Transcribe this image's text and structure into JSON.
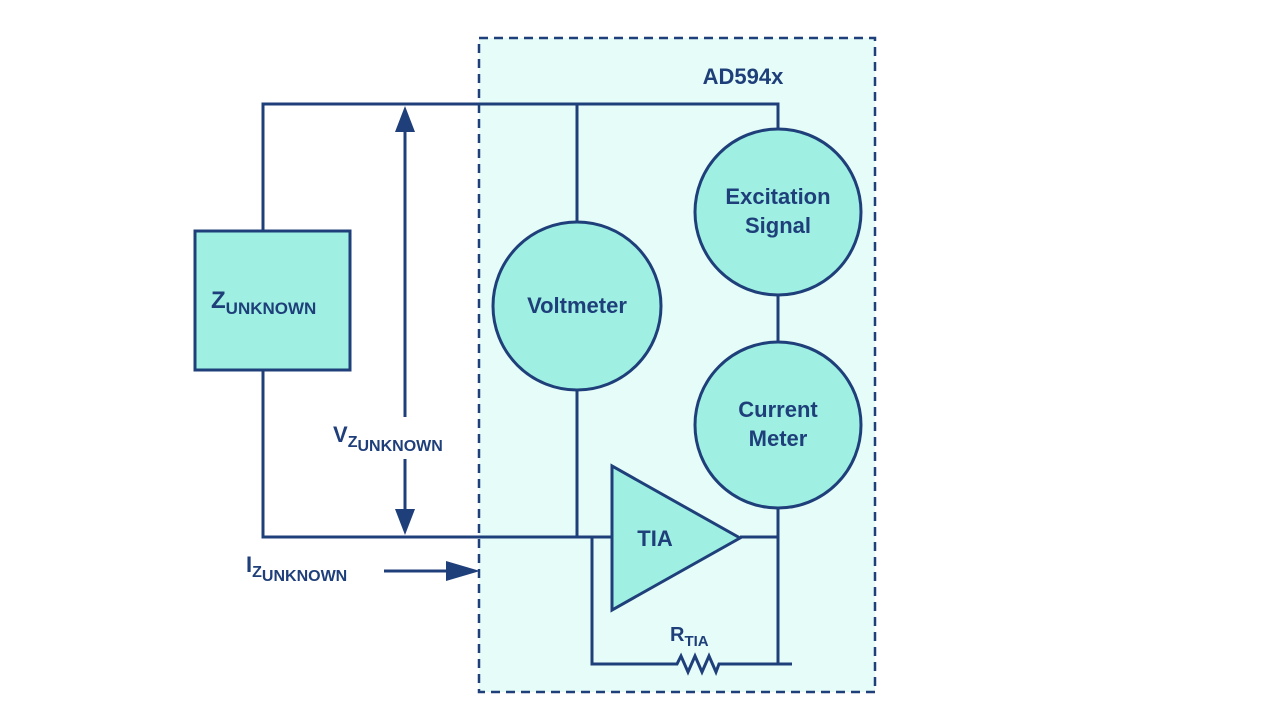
{
  "colors": {
    "line": "#1f3f7a",
    "fill": "#9ff0e2",
    "panel": "#e6fcf8",
    "background": "#ffffff"
  },
  "chip": {
    "label": "AD594x"
  },
  "unknown_impedance": {
    "main": "Z",
    "sub": "UNKNOWN"
  },
  "voltage_label": {
    "main": "V",
    "sub": "Z",
    "subsub": "UNKNOWN"
  },
  "current_label": {
    "main": "I",
    "sub": "Z",
    "subsub": "UNKNOWN"
  },
  "voltmeter": {
    "label": "Voltmeter"
  },
  "excitation": {
    "line1": "Excitation",
    "line2": "Signal"
  },
  "current_meter": {
    "line1": "Current",
    "line2": "Meter"
  },
  "tia": {
    "label": "TIA"
  },
  "resistor": {
    "main": "R",
    "sub": "TIA"
  }
}
